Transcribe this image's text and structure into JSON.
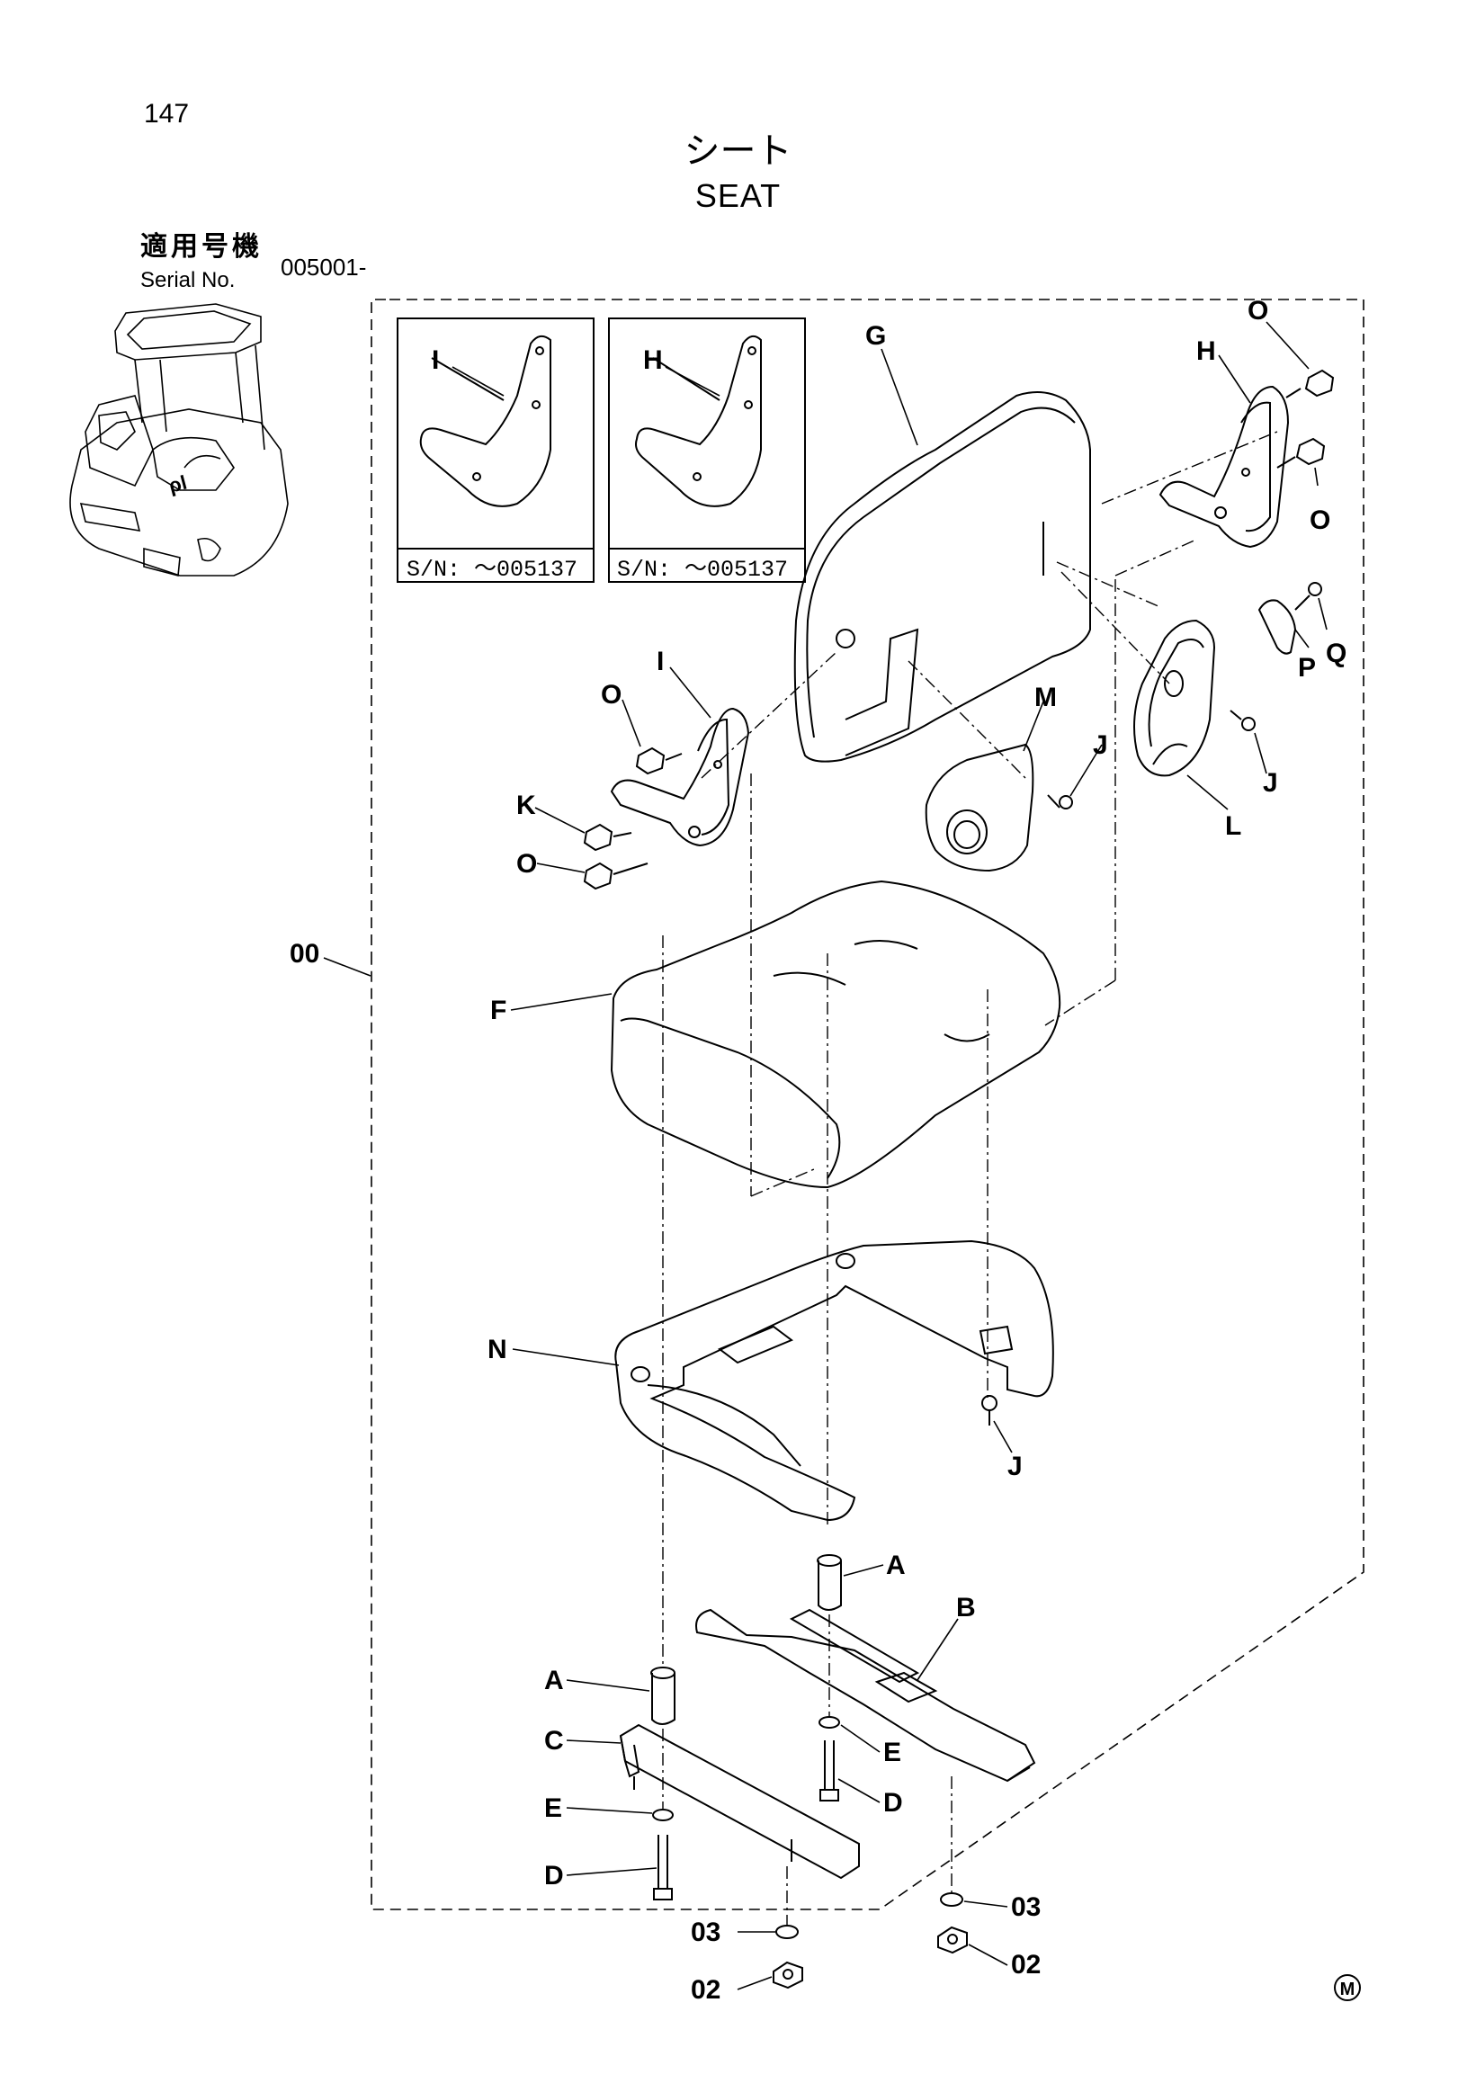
{
  "page_number": "147",
  "title_jp": "シート",
  "title_en": "SEAT",
  "serial_label_jp": "適用号機",
  "serial_label_en": "Serial No.",
  "serial_value": "005001-",
  "assembly_label": "00",
  "inset_left": {
    "part": "I",
    "sn": "S/N: ～005137"
  },
  "inset_right": {
    "part": "H",
    "sn": "S/N: ～005137"
  },
  "callouts": {
    "G": "G",
    "H": "H",
    "O1": "O",
    "O2": "O",
    "P": "P",
    "Q": "Q",
    "I": "I",
    "O3": "O",
    "K": "K",
    "O4": "O",
    "M": "M",
    "J1": "J",
    "J2": "J",
    "L": "L",
    "F": "F",
    "N": "N",
    "J3": "J",
    "A1": "A",
    "B": "B",
    "A2": "A",
    "C": "C",
    "E1": "E",
    "E2": "E",
    "D1": "D",
    "D2": "D",
    "n03a": "03",
    "n03b": "03",
    "n02a": "02",
    "n02b": "02"
  },
  "footer_mark": "M"
}
